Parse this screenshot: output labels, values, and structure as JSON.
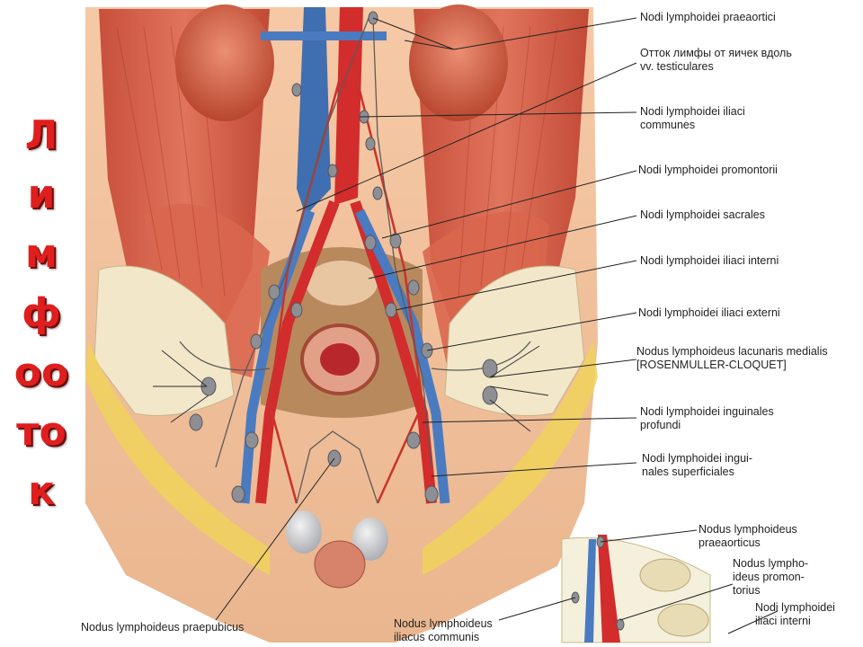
{
  "title_letters": [
    "Л",
    "и",
    "м",
    "ф",
    "оо",
    "то",
    "к"
  ],
  "labels": {
    "praeaortici": "Nodi lymphoidei praeaortici",
    "testiculares": "Отток лимфы от яичек вдоль\nvv. testiculares",
    "iliaci_communes": "Nodi lymphoidei iliaci\ncommunes",
    "promontorii": "Nodi lymphoidei promontorii",
    "sacrales": "Nodi lymphoidei sacrales",
    "iliaci_interni": "Nodi lymphoidei iliaci interni",
    "iliaci_externi": "Nodi lymphoidei iliaci externi",
    "lacunaris": "Nodus lymphoideus lacunaris medialis\n[ROSENMULLER-CLOQUET]",
    "inguinales_profundi": "Nodi lymphoidei inguinales\nprofundi",
    "inguinales_superficiales": "Nodi lymphoidei ingui-\nnales superficiales",
    "praepubicus": "Nodus lymphoideus praepubicus",
    "iliacus_communis": "Nodus lymphoideus\niliacus communis",
    "inset_praeaorticus": "Nodus lymphoideus\npraeaorticus",
    "inset_promontorius": "Nodus lympho-\nideus promon-\ntorius",
    "inset_iliaci_interni": "Nodi lymphoidei\niliaci interni"
  }
}
